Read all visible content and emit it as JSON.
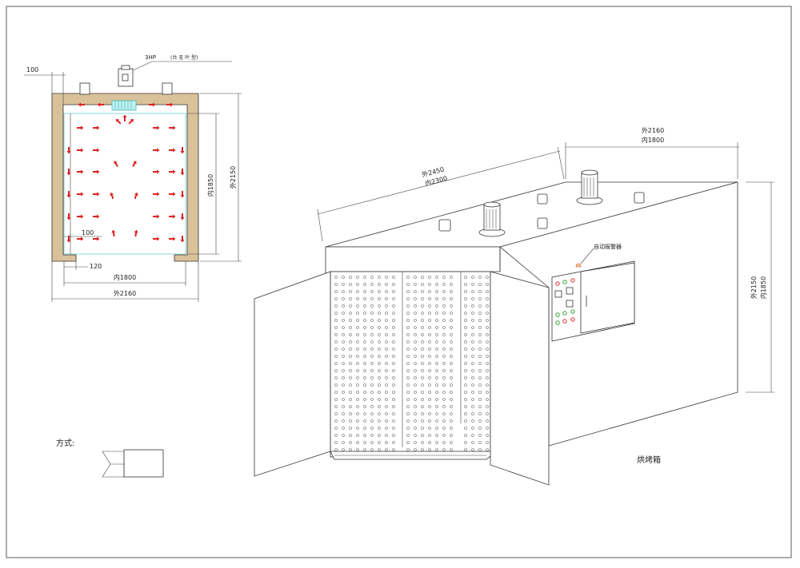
{
  "colors": {
    "wall_insulation": "#d9c29a",
    "airflow_arrow": "#e02020",
    "inner_chamber": "#7fd6d6",
    "filter": "#7fd6d6",
    "line": "#333333"
  },
  "plan_view": {
    "motor_label": "3HP",
    "motor_note": "(台 无 叶 型)",
    "dim_top_offset": "100",
    "dim_outer_height": "外2150",
    "dim_inner_height": "内1850",
    "dim_duct_width": "100",
    "dim_inlet": "120",
    "dim_inner_width": "内1800",
    "dim_outer_width": "外2160"
  },
  "iso_view": {
    "dim_length_outer": "外2450",
    "dim_length_inner": "内2300",
    "dim_width_outer": "外2160",
    "dim_width_inner": "内1800",
    "dim_height_outer": "外2150",
    "dim_height_inner": "内1850",
    "alarm_label": "自动报警器",
    "oven_label": "烘烤箱"
  },
  "legend": {
    "label": "方式:"
  }
}
